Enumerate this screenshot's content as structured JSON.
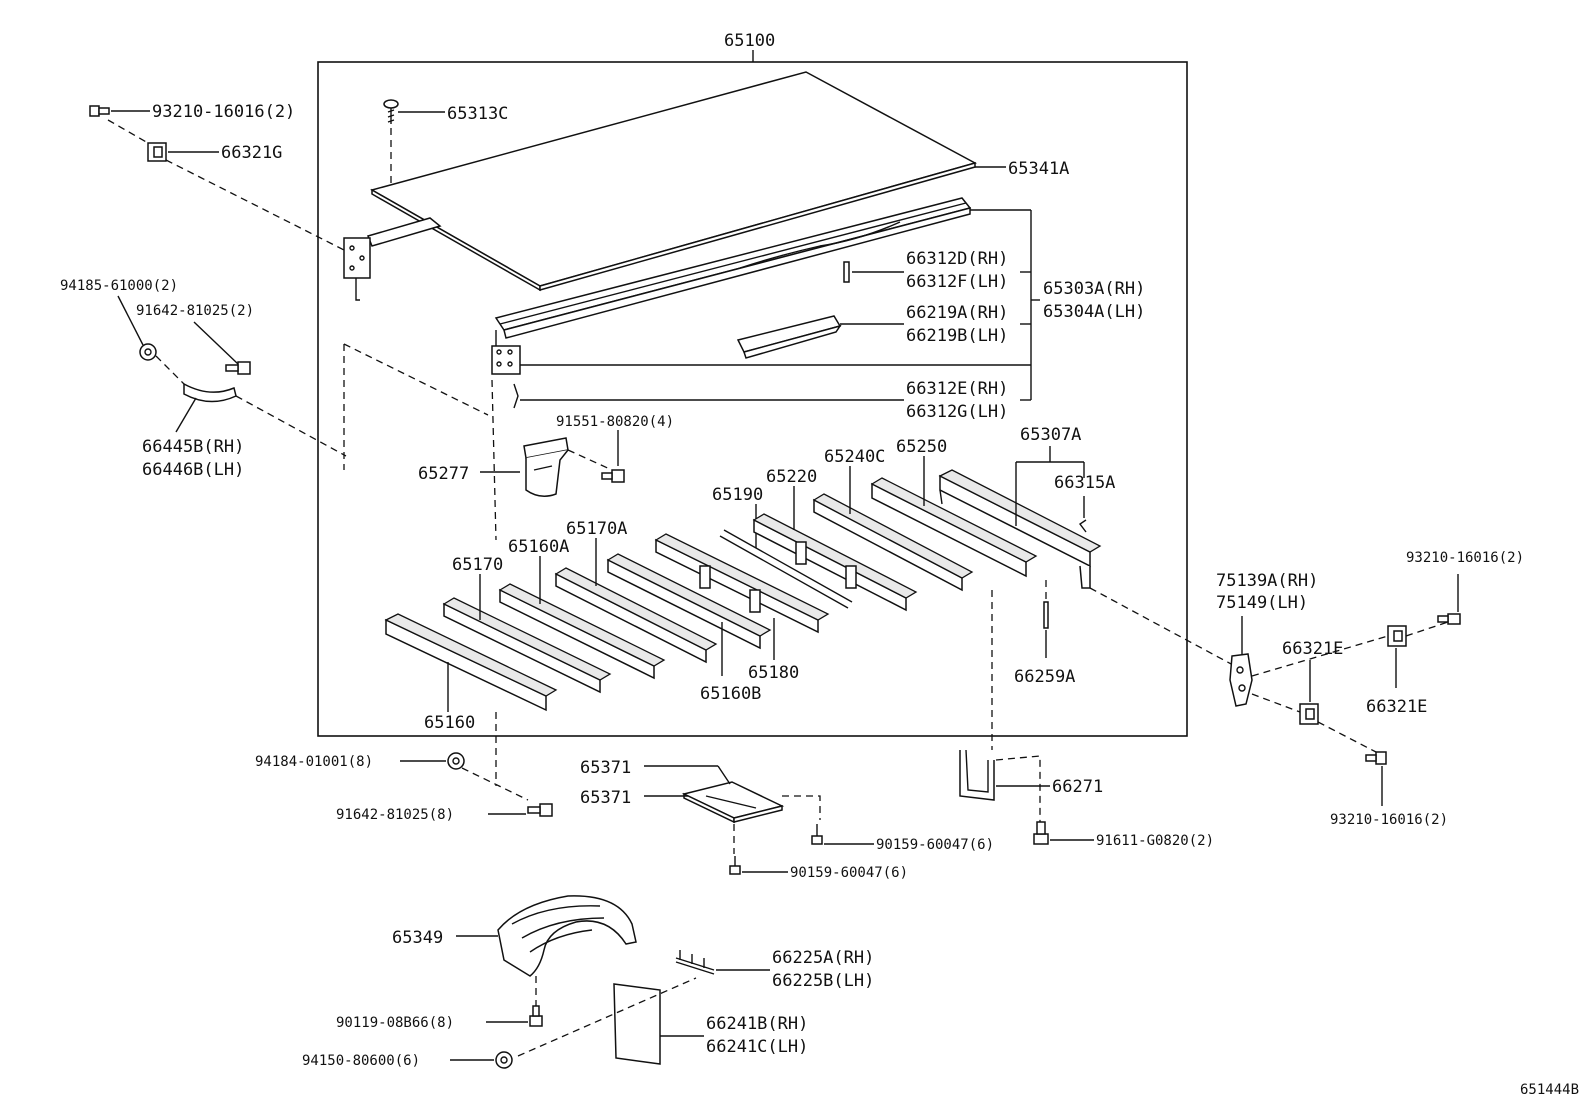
{
  "diagram": {
    "group_label": "65100",
    "drawing_id": "651444B",
    "callouts": {
      "c65313C": "65313C",
      "c65341A": "65341A",
      "c66312D": "66312D(RH)",
      "c66312F": "66312F(LH)",
      "c65303A": "65303A(RH)",
      "c65304A": "65304A(LH)",
      "c66219A": "66219A(RH)",
      "c66219B": "66219B(LH)",
      "c66312E": "66312E(RH)",
      "c66312G": "66312G(LH)",
      "c93210_tl": "93210-16016(2)",
      "c66321G": "66321G",
      "c94185": "94185-61000(2)",
      "c91642_top": "91642-81025(2)",
      "c66445B": "66445B(RH)",
      "c66446B": "66446B(LH)",
      "c91551": "91551-80820(4)",
      "c65277": "65277",
      "c65307A": "65307A",
      "c66315A": "66315A",
      "c65250": "65250",
      "c65240C": "65240C",
      "c65220": "65220",
      "c65190": "65190",
      "c65170A": "65170A",
      "c65160A": "65160A",
      "c65170": "65170",
      "c65180": "65180",
      "c65160B": "65160B",
      "c65160": "65160",
      "c66259A": "66259A",
      "c93210_r1": "93210-16016(2)",
      "c75139A": "75139A(RH)",
      "c75149": "75149(LH)",
      "c66321E_a": "66321E",
      "c66321E_b": "66321E",
      "c93210_r2": "93210-16016(2)",
      "c94184": "94184-01001(8)",
      "c91642_bot": "91642-81025(8)",
      "c65371_a": "65371",
      "c65371_b": "65371",
      "c66271": "66271",
      "c90159_a": "90159-60047(6)",
      "c90159_b": "90159-60047(6)",
      "c91611": "91611-G0820(2)",
      "c65349": "65349",
      "c66225A": "66225A(RH)",
      "c66225B": "66225B(LH)",
      "c90119": "90119-08B66(8)",
      "c94150": "94150-80600(6)",
      "c66241B": "66241B(RH)",
      "c66241C": "66241C(LH)"
    }
  }
}
